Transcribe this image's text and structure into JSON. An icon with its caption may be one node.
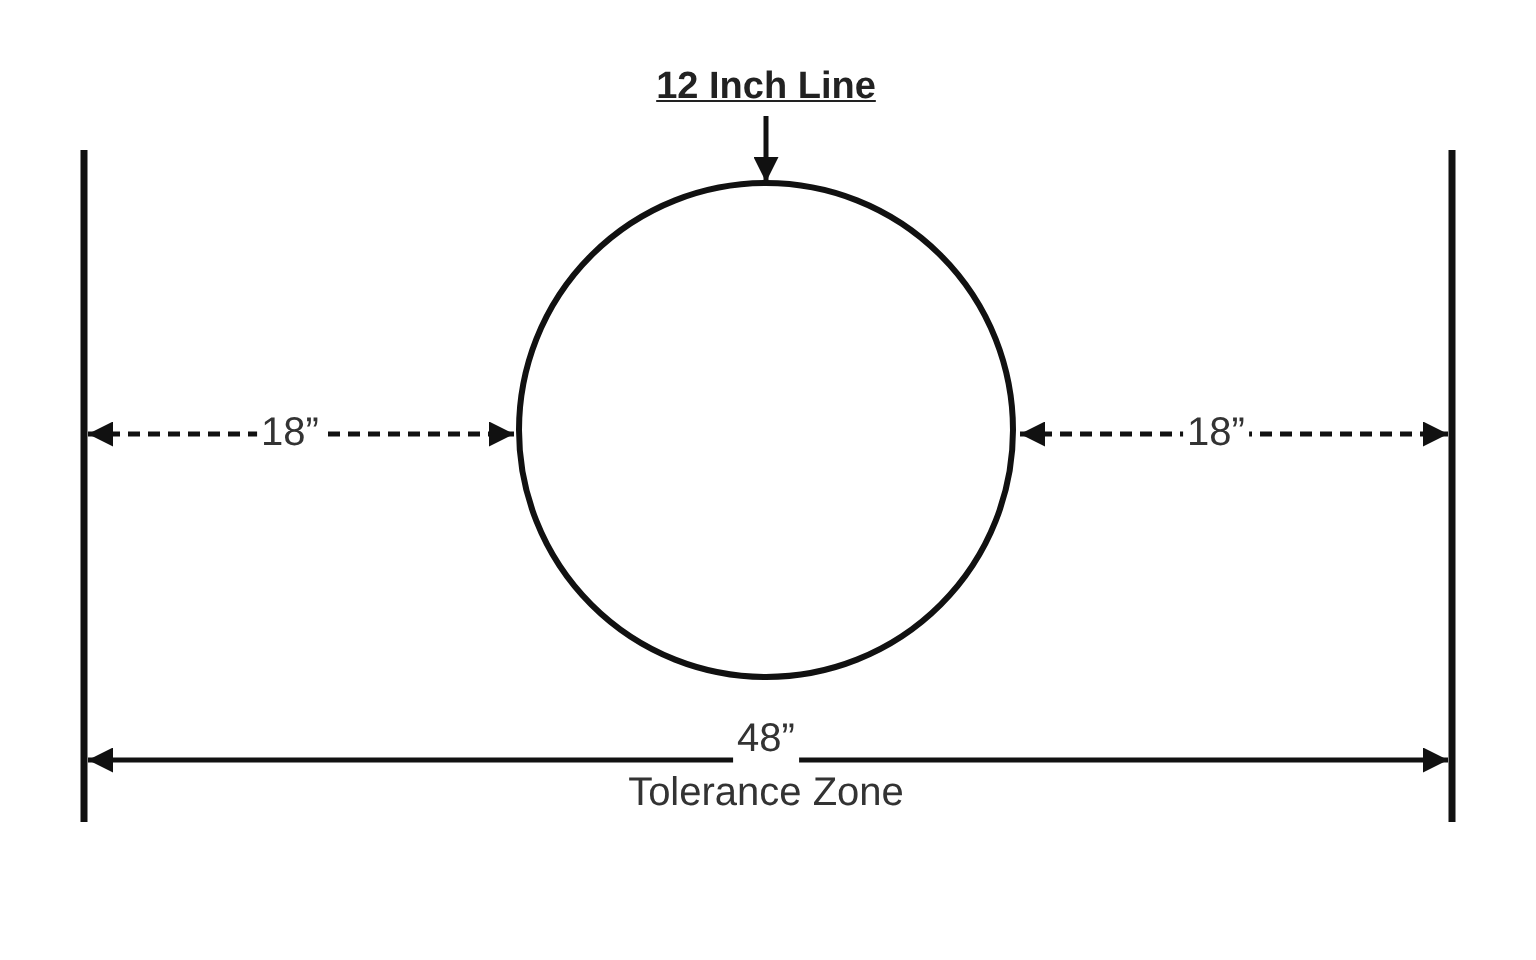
{
  "diagram": {
    "nodes": [
      {
        "text": [
          "12 Inch Line"
        ]
      },
      {
        "text": [],
        "shape": "circle"
      }
    ],
    "edges": [
      {
        "from": 0,
        "to": 1,
        "arrow": "to"
      }
    ],
    "labels": [
      "18”",
      "18”",
      "48”",
      "Tolerance Zone"
    ]
  }
}
